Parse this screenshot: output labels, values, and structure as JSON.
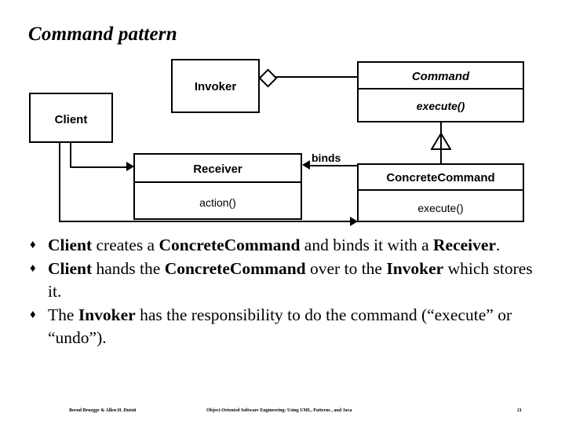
{
  "slide": {
    "title": "Command pattern",
    "background_color": "#ffffff",
    "ink_color": "#000000"
  },
  "diagram": {
    "type": "uml-class-diagram",
    "classes": [
      {
        "key": "invoker",
        "name": "Invoker",
        "abstract": false,
        "operations": []
      },
      {
        "key": "command",
        "name": "Command",
        "abstract": true,
        "operations": [
          "execute()"
        ]
      },
      {
        "key": "client",
        "name": "Client",
        "abstract": false,
        "operations": []
      },
      {
        "key": "receiver",
        "name": "Receiver",
        "abstract": false,
        "operations": [
          "action()"
        ]
      },
      {
        "key": "concrete_command",
        "name": "ConcreteCommand",
        "abstract": false,
        "operations": [
          "execute()"
        ]
      }
    ],
    "relationships": [
      {
        "kind": "aggregation",
        "from": "invoker",
        "to": "command",
        "label": ""
      },
      {
        "kind": "generalization",
        "from": "concrete_command",
        "to": "command",
        "label": ""
      },
      {
        "kind": "association",
        "from": "concrete_command",
        "to": "receiver",
        "label": "binds"
      },
      {
        "kind": "association",
        "from": "client",
        "to": "receiver",
        "label": ""
      },
      {
        "kind": "association",
        "from": "client",
        "to": "concrete_command",
        "label": ""
      }
    ],
    "labels": {
      "binds": "binds"
    }
  },
  "bullets": [
    {
      "marker": "♦",
      "segments": [
        {
          "text": "Client",
          "bold": true
        },
        {
          "text": " creates a ",
          "bold": false
        },
        {
          "text": "ConcreteCommand",
          "bold": true
        },
        {
          "text": " and binds it with a ",
          "bold": false
        },
        {
          "text": "Receiver",
          "bold": true
        },
        {
          "text": ".",
          "bold": false
        }
      ]
    },
    {
      "marker": "♦",
      "segments": [
        {
          "text": "Client",
          "bold": true
        },
        {
          "text": " hands the ",
          "bold": false
        },
        {
          "text": "ConcreteCommand",
          "bold": true
        },
        {
          "text": " over to the ",
          "bold": false
        },
        {
          "text": "Invoker",
          "bold": true
        },
        {
          "text": " which stores it.",
          "bold": false
        }
      ]
    },
    {
      "marker": "♦",
      "segments": [
        {
          "text": "The ",
          "bold": false
        },
        {
          "text": "Invoker",
          "bold": true
        },
        {
          "text": " has the responsibility to do the command (“execute” or “undo”).",
          "bold": false
        }
      ]
    }
  ],
  "footer": {
    "authors": "Bernd Bruegge & Allen H. Dutoit",
    "book": "Object-Oriented Software Engineering: Using UML, Patterns , and Java",
    "page": "21"
  }
}
